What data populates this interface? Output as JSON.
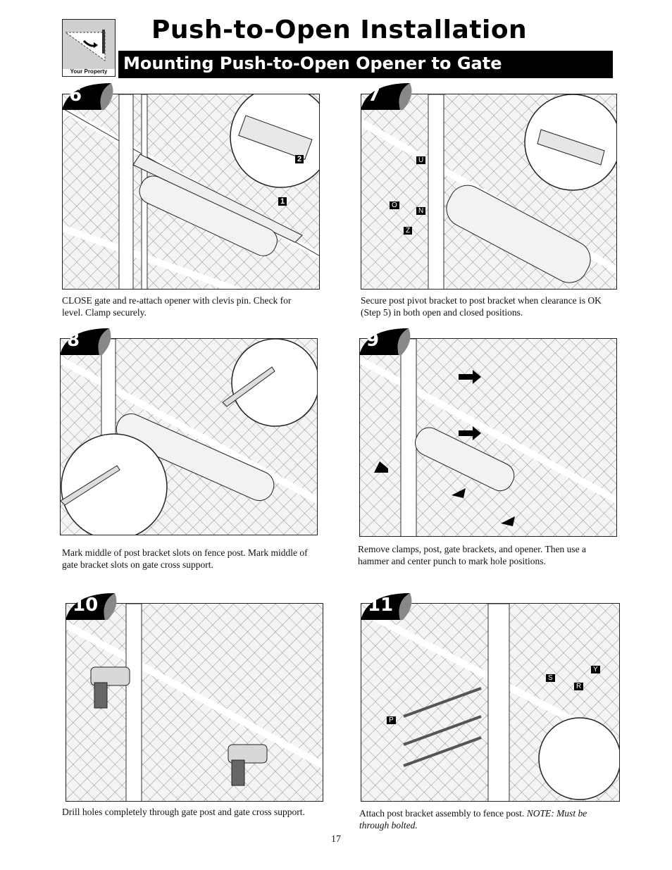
{
  "header": {
    "logo_label": "Your Property",
    "title": "Push-to-Open Installation",
    "subtitle": "Mounting Push-to-Open Opener to Gate"
  },
  "steps": [
    {
      "number": "6",
      "caption": "CLOSE gate and re-attach opener with clevis pin. Check for level. Clamp securely.",
      "callouts": [
        "2",
        "1"
      ]
    },
    {
      "number": "7",
      "caption": "Secure post pivot bracket to post bracket when clearance is OK (Step 5) in both open and closed positions.",
      "callouts": [
        "U",
        "O",
        "N",
        "Z"
      ]
    },
    {
      "number": "8",
      "caption": "Mark middle of post bracket slots on fence post. Mark middle of gate bracket slots on gate cross support."
    },
    {
      "number": "9",
      "caption": "Remove clamps, post, gate brackets, and opener. Then use a hammer and center punch to mark hole positions."
    },
    {
      "number": "10",
      "caption": "Drill holes completely through gate post and gate cross support."
    },
    {
      "number": "11",
      "caption_main": "Attach post bracket assembly to fence post. ",
      "caption_note": "NOTE: Must be through bolted.",
      "callouts": [
        "S",
        "R",
        "Y",
        "P"
      ]
    }
  ],
  "footer": {
    "page_number": "17"
  }
}
